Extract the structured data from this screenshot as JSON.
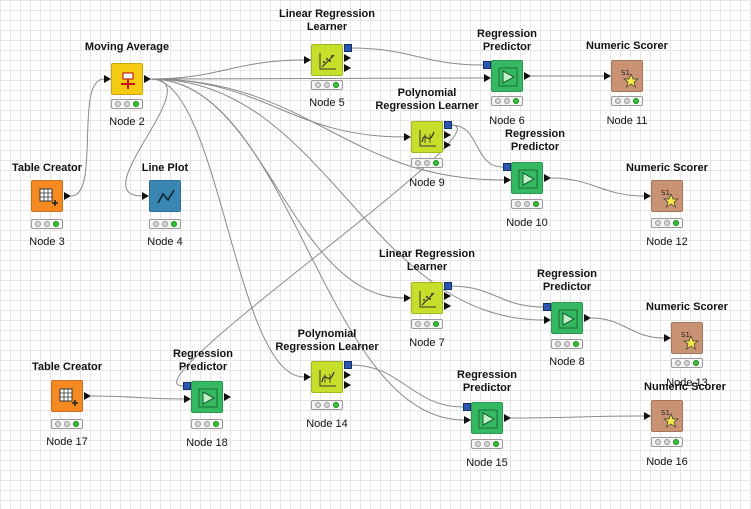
{
  "diagram_title": "",
  "colors": {
    "manipulator": "#f5cb13",
    "source": "#f58a23",
    "visualizer": "#3b87b3",
    "learner": "#c5df2b",
    "predictor": "#35b862",
    "scorer": "#c99272",
    "wire": "#8a8a8a"
  },
  "nodes": {
    "n2": {
      "title": "Moving Average",
      "label": "Node 2",
      "type": "manipulator",
      "icon": "moving-average-icon"
    },
    "n3": {
      "title": "Table Creator",
      "label": "Node 3",
      "type": "source",
      "icon": "table-creator-icon"
    },
    "n4": {
      "title": "Line Plot",
      "label": "Node 4",
      "type": "visualizer",
      "icon": "line-plot-icon"
    },
    "n5": {
      "title": "Linear Regression\nLearner",
      "label": "Node 5",
      "type": "learner",
      "icon": "linear-regression-icon"
    },
    "n6": {
      "title": "Regression\nPredictor",
      "label": "Node 6",
      "type": "predictor",
      "icon": "predictor-icon"
    },
    "n7": {
      "title": "Linear Regression\nLearner",
      "label": "Node 7",
      "type": "learner",
      "icon": "linear-regression-icon"
    },
    "n8": {
      "title": "Regression\nPredictor",
      "label": "Node 8",
      "type": "predictor",
      "icon": "predictor-icon"
    },
    "n9": {
      "title": "Polynomial\nRegression Learner",
      "label": "Node 9",
      "type": "learner",
      "icon": "polynomial-regression-icon"
    },
    "n10": {
      "title": "Regression\nPredictor",
      "label": "Node 10",
      "type": "predictor",
      "icon": "predictor-icon"
    },
    "n11": {
      "title": "Numeric Scorer",
      "label": "Node 11",
      "type": "scorer",
      "icon": "numeric-scorer-icon"
    },
    "n12": {
      "title": "Numeric Scorer",
      "label": "Node 12",
      "type": "scorer",
      "icon": "numeric-scorer-icon"
    },
    "n13": {
      "title": "Numeric Scorer",
      "label": "Node 13",
      "type": "scorer",
      "icon": "numeric-scorer-icon"
    },
    "n14": {
      "title": "Polynomial\nRegression Learner",
      "label": "Node 14",
      "type": "learner",
      "icon": "polynomial-regression-icon"
    },
    "n15": {
      "title": "Regression\nPredictor",
      "label": "Node 15",
      "type": "predictor",
      "icon": "predictor-icon"
    },
    "n16": {
      "title": "Numeric Scorer",
      "label": "Node 16",
      "type": "scorer",
      "icon": "numeric-scorer-icon"
    },
    "n17": {
      "title": "Table Creator",
      "label": "Node 17",
      "type": "source",
      "icon": "table-creator-icon"
    },
    "n18": {
      "title": "Regression\nPredictor",
      "label": "Node 18",
      "type": "predictor",
      "icon": "predictor-icon"
    }
  },
  "connections": [
    [
      "n3",
      "n2"
    ],
    [
      "n2",
      "n4"
    ],
    [
      "n2",
      "n5"
    ],
    [
      "n2",
      "n6"
    ],
    [
      "n2",
      "n9"
    ],
    [
      "n2",
      "n10"
    ],
    [
      "n2",
      "n7"
    ],
    [
      "n2",
      "n8"
    ],
    [
      "n2",
      "n14"
    ],
    [
      "n2",
      "n15"
    ],
    [
      "n5",
      "n6"
    ],
    [
      "n6",
      "n11"
    ],
    [
      "n9",
      "n10"
    ],
    [
      "n10",
      "n12"
    ],
    [
      "n7",
      "n8"
    ],
    [
      "n8",
      "n13"
    ],
    [
      "n14",
      "n15"
    ],
    [
      "n15",
      "n16"
    ],
    [
      "n17",
      "n18"
    ],
    [
      "n9",
      "n18"
    ]
  ],
  "node_status": {
    "n2": "executed",
    "n3": "executed",
    "n4": "executed",
    "n5": "executed",
    "n6": "executed",
    "n7": "executed",
    "n8": "executed",
    "n9": "executed",
    "n10": "executed",
    "n11": "executed",
    "n12": "executed",
    "n13": "executed",
    "n14": "executed",
    "n15": "executed",
    "n16": "executed",
    "n17": "executed",
    "n18": "executed"
  }
}
